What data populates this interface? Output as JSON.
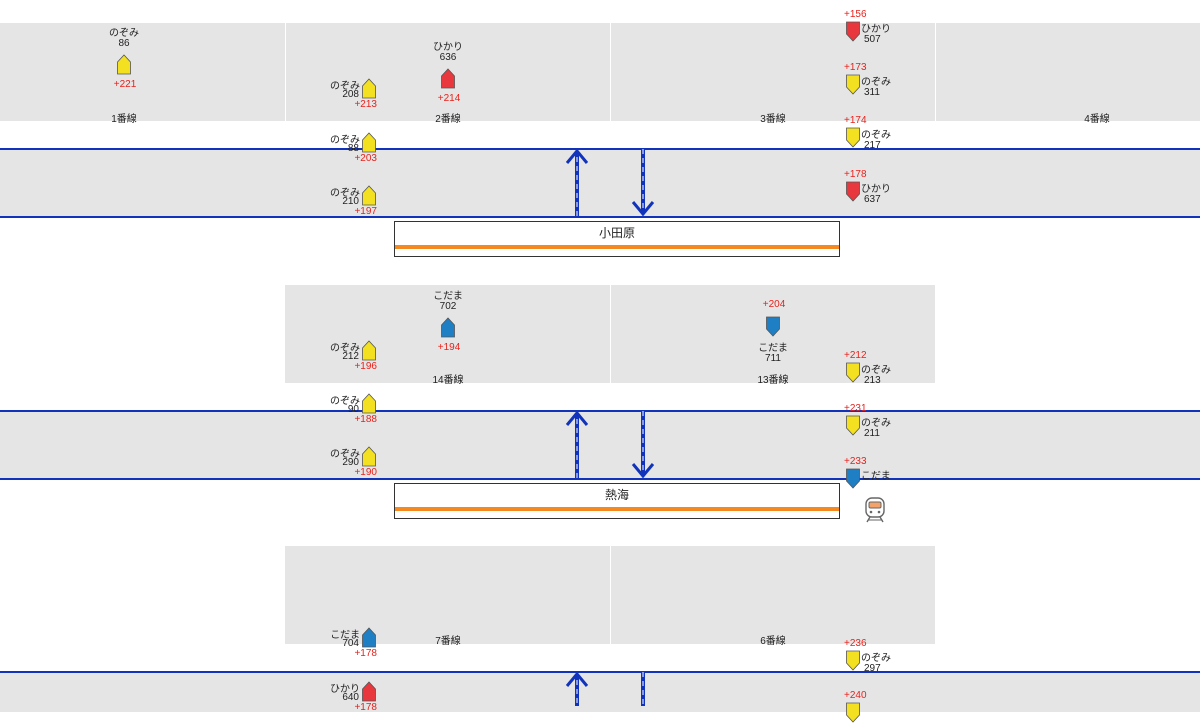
{
  "colors": {
    "nozomi": "#f2e021",
    "hikari": "#e8383d",
    "kodama": "#1f7fc4",
    "line_blue": "#1133bb",
    "station_bar": "#f5891f",
    "delay": "#e8221c"
  },
  "tracks": {
    "odawara": [
      "1番線",
      "2番線",
      "3番線",
      "4番線"
    ],
    "atami": [
      "14番線",
      "13番線"
    ],
    "lower": [
      "7番線",
      "6番線"
    ]
  },
  "stations": {
    "odawara": "小田原",
    "atami": "熱海"
  },
  "icons": {
    "train_status": "train-front-icon",
    "up_arrow": "up-arrow-icon",
    "down_arrow": "down-arrow-icon"
  },
  "trains": [
    {
      "type": "nozomi",
      "name": "のぞみ",
      "number": "86",
      "delay": "+221",
      "direction": "up"
    },
    {
      "type": "hikari",
      "name": "ひかり",
      "number": "636",
      "delay": "+214",
      "direction": "up"
    },
    {
      "type": "nozomi",
      "name": "のぞみ",
      "number": "208",
      "delay": "+213",
      "direction": "up"
    },
    {
      "type": "hikari",
      "name": "ひかり",
      "number": "507",
      "delay": "+156",
      "direction": "down"
    },
    {
      "type": "nozomi",
      "name": "のぞみ",
      "number": "311",
      "delay": "+173",
      "direction": "down"
    },
    {
      "type": "nozomi",
      "name": "のぞみ",
      "number": "88",
      "delay": "+203",
      "direction": "up"
    },
    {
      "type": "nozomi",
      "name": "のぞみ",
      "number": "217",
      "delay": "+174",
      "direction": "down"
    },
    {
      "type": "nozomi",
      "name": "のぞみ",
      "number": "210",
      "delay": "+197",
      "direction": "up"
    },
    {
      "type": "hikari",
      "name": "ひかり",
      "number": "637",
      "delay": "+178",
      "direction": "down"
    },
    {
      "type": "kodama",
      "name": "こだま",
      "number": "702",
      "delay": "+194",
      "direction": "up"
    },
    {
      "type": "kodama",
      "name": "こだま",
      "number": "711",
      "delay": "+204",
      "direction": "down"
    },
    {
      "type": "nozomi",
      "name": "のぞみ",
      "number": "212",
      "delay": "+196",
      "direction": "up"
    },
    {
      "type": "nozomi",
      "name": "のぞみ",
      "number": "213",
      "delay": "+212",
      "direction": "down"
    },
    {
      "type": "nozomi",
      "name": "のぞみ",
      "number": "90",
      "delay": "+188",
      "direction": "up"
    },
    {
      "type": "nozomi",
      "name": "のぞみ",
      "number": "211",
      "delay": "+231",
      "direction": "down"
    },
    {
      "type": "nozomi",
      "name": "のぞみ",
      "number": "290",
      "delay": "+190",
      "direction": "up"
    },
    {
      "type": "kodama",
      "name": "こだま",
      "number": "",
      "delay": "+233",
      "direction": "down"
    },
    {
      "type": "kodama",
      "name": "こだま",
      "number": "704",
      "delay": "+178",
      "direction": "up"
    },
    {
      "type": "nozomi",
      "name": "のぞみ",
      "number": "297",
      "delay": "+236",
      "direction": "down"
    },
    {
      "type": "hikari",
      "name": "ひかり",
      "number": "640",
      "delay": "+178",
      "direction": "up"
    },
    {
      "type": "nozomi",
      "name": "",
      "number": "",
      "delay": "+240",
      "direction": "down"
    }
  ]
}
